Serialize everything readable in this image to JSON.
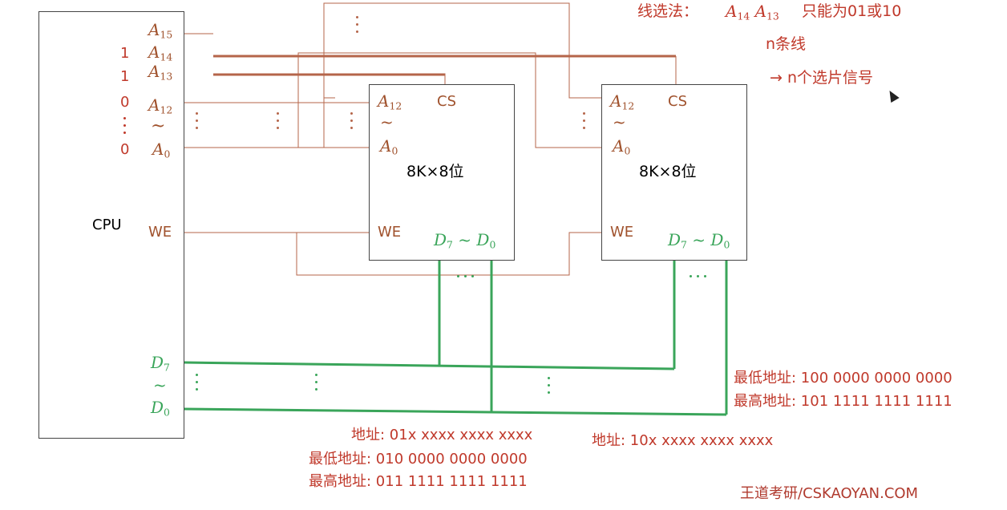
{
  "cpu": {
    "label": "CPU"
  },
  "chip1": {
    "capacity": "8K×8位",
    "cs": "CS",
    "we": "WE",
    "data_bus": "D7 ~ D0"
  },
  "chip2": {
    "capacity": "8K×8位",
    "cs": "CS",
    "we": "WE",
    "data_bus": "D7 ~ D0"
  },
  "cpu_pins": {
    "a15": "A15",
    "a14": "A14",
    "a13": "A13",
    "a12": "A12",
    "tilde": "~",
    "a0": "A0",
    "we": "WE",
    "d7": "D7",
    "d0": "D0"
  },
  "bit_values": {
    "a14": "1",
    "a13": "1",
    "a12": "0",
    "a0": "0"
  },
  "note": {
    "title_prefix": "线选法：",
    "title_vars": "A14 A13",
    "title_suffix": "只能为01或10",
    "line2": "n条线",
    "line3": "→ n个选片信号"
  },
  "chip1_addr": {
    "addr": "地址: 01x xxxx xxxx xxxx",
    "min": "最低地址: 010 0000 0000 0000",
    "max": "最高地址: 011 1111 1111 1111"
  },
  "chip2_addr": {
    "addr": "地址: 10x xxxx xxxx xxxx",
    "min": "最低地址: 100 0000 0000 0000",
    "max": "最高地址: 101 1111 1111 1111"
  },
  "watermark": "王道考研/CSKAOYAN.COM",
  "colors": {
    "address_line": "#a0522d",
    "data_line": "#3aa55a",
    "note": "#c0392b"
  }
}
